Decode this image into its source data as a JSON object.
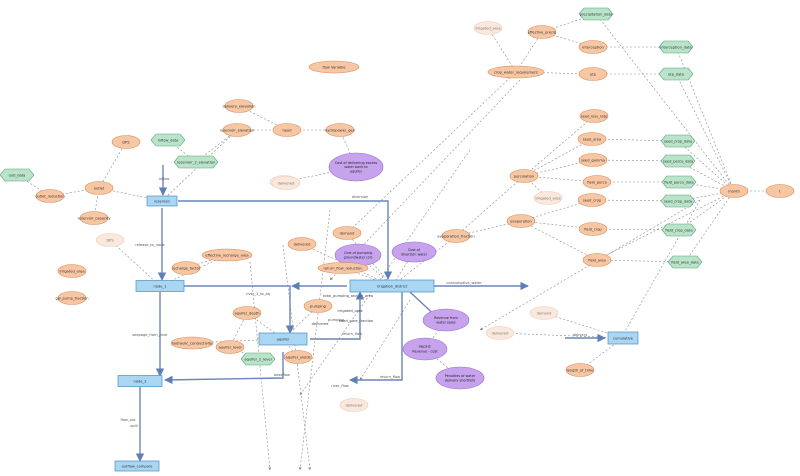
{
  "colors": {
    "aux": "#f7c6a3",
    "aux_stroke": "#d98b5a",
    "ghost": "#fbe8dc",
    "ghost_stroke": "#eccbb7",
    "stock": "#a9d6f2",
    "stock_stroke": "#4a8fc2",
    "data": "#b9e4c9",
    "data_stroke": "#5aa57a",
    "note": "#c7a3ee",
    "note_stroke": "#9a6fd0",
    "flow": "#6b86b8",
    "link": "#8a8a8a"
  },
  "nodes": [
    {
      "id": "precipitation_data",
      "label": "precipitation_data",
      "kind": "data"
    },
    {
      "id": "irrigated_area_top",
      "label": "irrigated_area",
      "kind": "ghost"
    },
    {
      "id": "effective_precip",
      "label": "effective_precip",
      "kind": "aux"
    },
    {
      "id": "interception",
      "label": "interception",
      "kind": "aux"
    },
    {
      "id": "interception_data",
      "label": "interception_data",
      "kind": "data"
    },
    {
      "id": "pop_water_requirement",
      "label": "crop_water_requirement",
      "kind": "aux"
    },
    {
      "id": "etp",
      "label": "etp",
      "kind": "aux"
    },
    {
      "id": "etp_data",
      "label": "etp_data",
      "kind": "data"
    },
    {
      "id": "flow_variable",
      "label": "flow Variable",
      "kind": "aux"
    },
    {
      "id": "delivery_elevation",
      "label": "delivery_elevation",
      "kind": "aux"
    },
    {
      "id": "reservoir_elevation",
      "label": "reservoir_elevation",
      "kind": "aux"
    },
    {
      "id": "head",
      "label": "head",
      "kind": "aux"
    },
    {
      "id": "hydropower_gen",
      "label": "hydropower_gen",
      "kind": "aux"
    },
    {
      "id": "reservoir_2_elevation",
      "label": "reservoir_2_elevation",
      "kind": "data"
    },
    {
      "id": "dps",
      "label": "DPS",
      "kind": "aux"
    },
    {
      "id": "inflow_data",
      "label": "inflow_data",
      "kind": "data"
    },
    {
      "id": "outlet",
      "label": "outlet",
      "kind": "aux"
    },
    {
      "id": "outlet_reduction",
      "label": "outlet_reduction",
      "kind": "aux"
    },
    {
      "id": "outl_data",
      "label": "outl_data",
      "kind": "data"
    },
    {
      "id": "reservoir",
      "label": "reservoir",
      "kind": "stock"
    },
    {
      "id": "reservoir_capacity",
      "label": "reservoir_capacity",
      "kind": "aux"
    },
    {
      "id": "dps_ghost",
      "label": "DPS",
      "kind": "ghost"
    },
    {
      "id": "outlet_ghost",
      "label": "outlet",
      "kind": "ghost"
    },
    {
      "id": "cost_delivering",
      "label": "Cost of delivering excess water back to aquifer",
      "kind": "note"
    },
    {
      "id": "delivered_1",
      "label": "delivered",
      "kind": "aux"
    },
    {
      "id": "demand",
      "label": "demand",
      "kind": "aux"
    },
    {
      "id": "cost_pumping",
      "label": "Cost of pumping groundwater (or)",
      "kind": "note"
    },
    {
      "id": "cost_purchased",
      "label": "Cost of diversion water",
      "kind": "note"
    },
    {
      "id": "return_flow_reduction",
      "label": "return_flow_reduction",
      "kind": "aux"
    },
    {
      "id": "effective_recharge_area",
      "label": "effective_recharge_area",
      "kind": "aux"
    },
    {
      "id": "recharge_factor",
      "label": "recharge_factor",
      "kind": "aux"
    },
    {
      "id": "node_1",
      "label": "node_1",
      "kind": "stock"
    },
    {
      "id": "irrigated_area_left",
      "label": "irrigated_area",
      "kind": "aux"
    },
    {
      "id": "gw_pump_fraction",
      "label": "gw_pump_fraction",
      "kind": "aux"
    },
    {
      "id": "irrigation_district",
      "label": "irrigation_district",
      "kind": "stock"
    },
    {
      "id": "aquifer",
      "label": "aquifer",
      "kind": "stock"
    },
    {
      "id": "aquifer_depth",
      "label": "aquifer_depth",
      "kind": "aux"
    },
    {
      "id": "aquifer_level",
      "label": "aquifer_level",
      "kind": "aux"
    },
    {
      "id": "aquifer_2_level",
      "label": "aquifer_2_level",
      "kind": "data"
    },
    {
      "id": "aquifer_yields",
      "label": "aquifer_yields",
      "kind": "aux"
    },
    {
      "id": "hydraulic_conductivity",
      "label": "hydraulic_conductivity",
      "kind": "aux"
    },
    {
      "id": "pumping_ghost",
      "label": "pumping",
      "kind": "aux"
    },
    {
      "id": "node_2",
      "label": "node_2",
      "kind": "stock"
    },
    {
      "id": "outflow_compare",
      "label": "outflow_compare",
      "kind": "stock"
    },
    {
      "id": "delivered_2",
      "label": "delivered",
      "kind": "ghost"
    },
    {
      "id": "delivered_3",
      "label": "delivered",
      "kind": "ghost"
    },
    {
      "id": "percolation",
      "label": "percolation",
      "kind": "aux"
    },
    {
      "id": "evaporation",
      "label": "evaporation",
      "kind": "aux"
    },
    {
      "id": "irrigated_area_mid",
      "label": "irrigated_area",
      "kind": "ghost"
    },
    {
      "id": "evaporation_fraction",
      "label": "evaporation_fraction",
      "kind": "aux"
    },
    {
      "id": "revenue",
      "label": "Revenue from water sales",
      "kind": "note"
    },
    {
      "id": "profit",
      "label": "PROFIT: Revenue - cost",
      "kind": "note"
    },
    {
      "id": "penalties",
      "label": "Penalties of water delivery shortfalls",
      "kind": "note"
    },
    {
      "id": "delivered_4",
      "label": "delivered",
      "kind": "ghost"
    },
    {
      "id": "demand_2",
      "label": "demand",
      "kind": "ghost"
    },
    {
      "id": "length_of_time",
      "label": "length_of_time",
      "kind": "aux"
    },
    {
      "id": "cumulative",
      "label": "cumulative",
      "kind": "stock"
    },
    {
      "id": "seed_loss_rate",
      "label": "seed_loss_rate",
      "kind": "aux"
    },
    {
      "id": "seed_area",
      "label": "seed_area",
      "kind": "aux"
    },
    {
      "id": "seed_gamma",
      "label": "seed_gamma",
      "kind": "aux"
    },
    {
      "id": "field_perco",
      "label": "field_perco",
      "kind": "aux"
    },
    {
      "id": "seed_crop",
      "label": "seed_crop",
      "kind": "aux"
    },
    {
      "id": "field_crop",
      "label": "field_crop",
      "kind": "aux"
    },
    {
      "id": "field_area",
      "label": "field_area",
      "kind": "aux"
    },
    {
      "id": "seed_crop_data",
      "label": "seed_crop_data",
      "kind": "data"
    },
    {
      "id": "seed_perco_data",
      "label": "seed_perco_data",
      "kind": "data"
    },
    {
      "id": "field_perco_data",
      "label": "field_perco_data",
      "kind": "data"
    },
    {
      "id": "seed_crop_data_2",
      "label": "seed_crop_data",
      "kind": "data"
    },
    {
      "id": "field_crop_data",
      "label": "field_crop_data",
      "kind": "data"
    },
    {
      "id": "field_area_data",
      "label": "field_area_data",
      "kind": "data"
    },
    {
      "id": "month",
      "label": "month",
      "kind": "aux"
    },
    {
      "id": "t",
      "label": "t",
      "kind": "aux"
    }
  ],
  "link_labels": {
    "diversion": "diversion",
    "release_to_node": "release_to_node",
    "river_1_to_aq": "river_1_to_aq",
    "seepage_from_river": "seepage_from_river",
    "consumptive_water": "consumptive_water",
    "return_flow": "return_flow",
    "return_flow_2": "return_flow",
    "baseflow": "baseflow",
    "flow_out": "flow_out",
    "spill": "spill",
    "river_flow": "river_flow",
    "inflow": "inflow",
    "pumping": "pumping",
    "delivery": "delivery"
  },
  "floating": {
    "outlet_reduction_label": "outlet_reduction",
    "total_pumping": "total_pumping_and_irr_area",
    "irrigated_area_small": "irrigated_area",
    "dead_pore_fraction": "dead_pore_fraction",
    "delivered_small": "delivered"
  }
}
